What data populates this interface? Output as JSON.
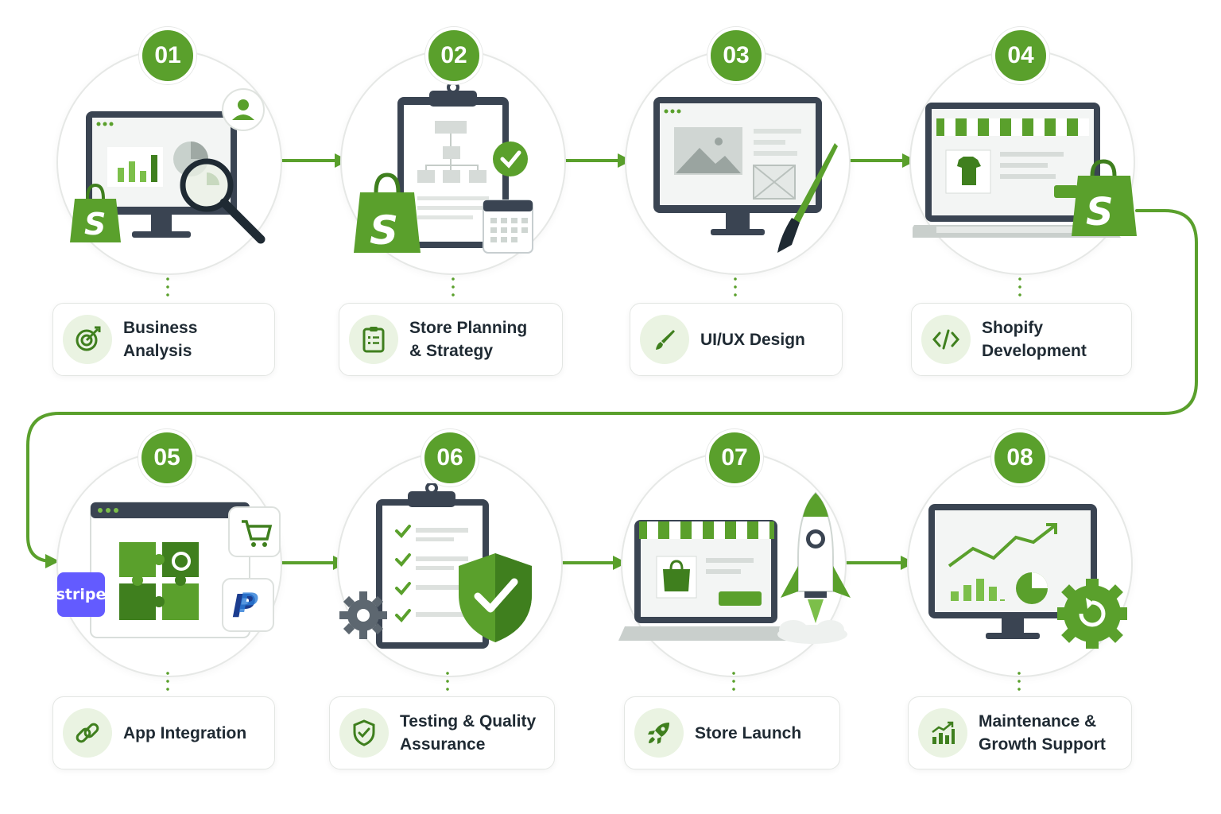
{
  "colors": {
    "accent": "#5aa02c",
    "accent_dark": "#3f7f1e",
    "light_green": "#eaf3e2",
    "dark": "#3a4452"
  },
  "steps": [
    {
      "number": "01",
      "label": "Business Analysis",
      "icon": "target-icon"
    },
    {
      "number": "02",
      "label": "Store Planning\n& Strategy",
      "icon": "clipboard-list-icon"
    },
    {
      "number": "03",
      "label": "UI/UX Design",
      "icon": "brush-icon"
    },
    {
      "number": "04",
      "label": "Shopify\nDevelopment",
      "icon": "code-icon"
    },
    {
      "number": "05",
      "label": "App Integration",
      "icon": "link-icon"
    },
    {
      "number": "06",
      "label": "Testing & Quality\nAssurance",
      "icon": "shield-check-icon"
    },
    {
      "number": "07",
      "label": "Store Launch",
      "icon": "rocket-icon"
    },
    {
      "number": "08",
      "label": "Maintenance &\nGrowth Support",
      "icon": "growth-chart-icon"
    }
  ],
  "logos": {
    "stripe": "stripe"
  }
}
